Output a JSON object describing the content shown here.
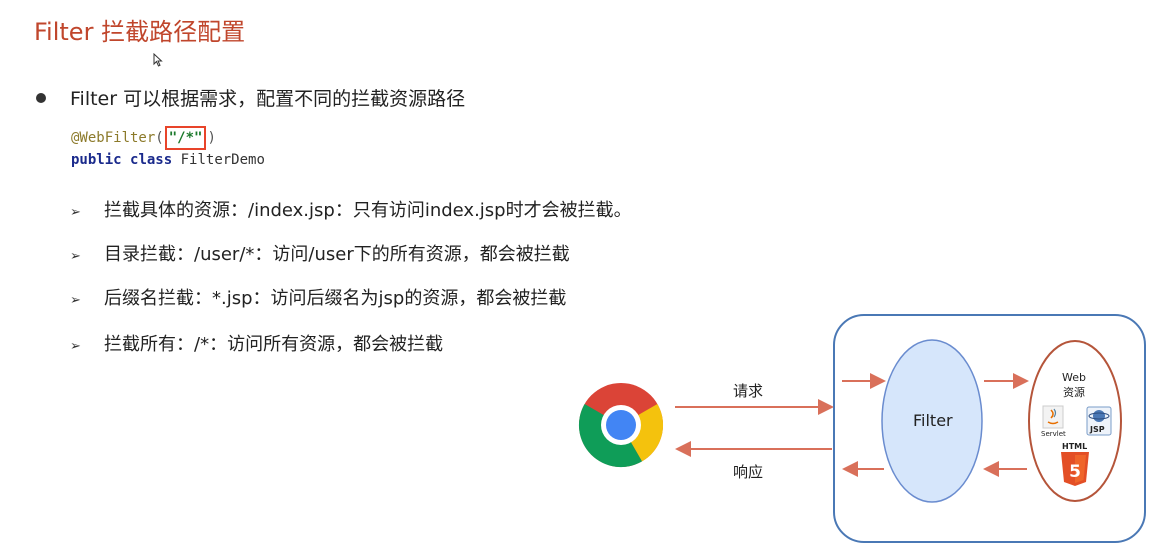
{
  "title": "Filter 拦截路径配置",
  "bullet": "Filter 可以根据需求，配置不同的拦截资源路径",
  "code": {
    "annotation": "@WebFilter",
    "open_paren": "(",
    "value": "\"/*\"",
    "close_paren": ")",
    "kw_public": "public",
    "kw_class": "class",
    "class_name": "FilterDemo"
  },
  "items": [
    "拦截具体的资源：/index.jsp：只有访问index.jsp时才会被拦截。",
    "目录拦截：/user/*：访问/user下的所有资源，都会被拦截",
    "后缀名拦截：*.jsp：访问后缀名为jsp的资源，都会被拦截",
    "拦截所有：/*：访问所有资源，都会被拦截"
  ],
  "diagram": {
    "request_label": "请求",
    "response_label": "响应",
    "filter_label": "Filter",
    "web_label_line1": "Web",
    "web_label_line2": "资源",
    "servlet_label": "Servlet",
    "jsp_label": "JSP",
    "html_label": "HTML",
    "html5_glyph": "5"
  },
  "colors": {
    "title": "#c0462c",
    "arrow": "#d9705a",
    "box_border": "#4a78b5",
    "filter_fill": "#d6e6fb",
    "web_border": "#b5553a"
  },
  "icons": [
    "cursor-icon",
    "chrome-icon",
    "java-icon",
    "jsp-icon",
    "html5-icon"
  ]
}
